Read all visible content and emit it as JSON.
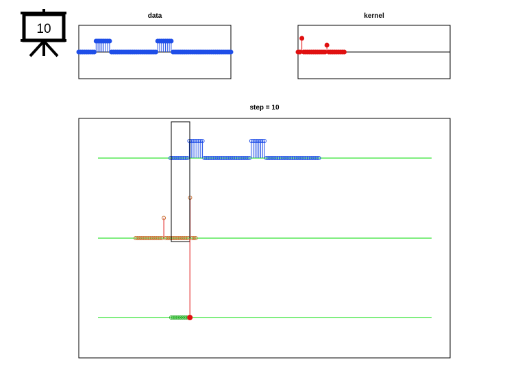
{
  "badge": {
    "icon": "presentation-board-icon",
    "label": "10"
  },
  "colors": {
    "data": "#1f4ee8",
    "kernel": "#e01010",
    "result": "#22aa22",
    "baseline": "#00dd00",
    "axes": "#000000"
  },
  "chart_data": [
    {
      "type": "stem",
      "title": "data",
      "x": [
        1,
        2,
        3,
        4,
        5,
        6,
        7,
        8,
        9,
        10,
        11,
        12,
        13,
        14,
        15,
        16,
        17,
        18,
        19,
        20,
        21,
        22,
        23,
        24,
        25,
        26,
        27,
        28,
        29,
        30,
        31,
        32,
        33,
        34,
        35,
        36,
        37,
        38,
        39,
        40,
        41,
        42,
        43,
        44,
        45,
        46,
        47,
        48,
        49,
        50,
        51,
        52,
        53,
        54,
        55,
        56,
        57,
        58,
        59,
        60,
        61,
        62,
        63,
        64,
        65,
        66,
        67,
        68,
        69,
        70,
        71,
        72,
        73,
        74,
        75,
        76,
        77,
        78,
        79,
        80
      ],
      "values": [
        0,
        0,
        0,
        0,
        0,
        0,
        0,
        0,
        0,
        1,
        1,
        1,
        1,
        1,
        1,
        1,
        1,
        0,
        0,
        0,
        0,
        0,
        0,
        0,
        0,
        0,
        0,
        0,
        0,
        0,
        0,
        0,
        0,
        0,
        0,
        0,
        0,
        0,
        0,
        0,
        0,
        1,
        1,
        1,
        1,
        1,
        1,
        1,
        1,
        0,
        0,
        0,
        0,
        0,
        0,
        0,
        0,
        0,
        0,
        0,
        0,
        0,
        0,
        0,
        0,
        0,
        0,
        0,
        0,
        0,
        0,
        0,
        0,
        0,
        0,
        0,
        0,
        0,
        0,
        0
      ],
      "xlim": [
        1,
        80
      ],
      "ylim": [
        -1,
        1
      ]
    },
    {
      "type": "stem",
      "title": "kernel",
      "x": [
        1,
        2,
        3,
        4,
        5,
        6,
        7,
        8,
        9,
        10,
        11,
        12,
        13,
        14,
        15,
        16,
        17,
        18,
        19,
        20,
        21,
        22,
        23,
        24,
        25
      ],
      "values": [
        0,
        0,
        1,
        0,
        0,
        0,
        0,
        0,
        0,
        0,
        0,
        0,
        0,
        0,
        0,
        0.5,
        0,
        0,
        0,
        0,
        0,
        0,
        0,
        0,
        0
      ],
      "xlim": [
        1,
        80
      ],
      "ylim": [
        -1,
        1
      ]
    },
    {
      "type": "stem",
      "title": "step = 10",
      "data_track": {
        "values": [
          0,
          0,
          0,
          0,
          0,
          0,
          0,
          0,
          0,
          0,
          1,
          1,
          1,
          1,
          1,
          1,
          1,
          1,
          0,
          0,
          0,
          0,
          0,
          0,
          0,
          0,
          0,
          0,
          0,
          0,
          0,
          0,
          0,
          0,
          0,
          0,
          0,
          0,
          0,
          0,
          0,
          0,
          0,
          1,
          1,
          1,
          1,
          1,
          1,
          1,
          1,
          0,
          0,
          0,
          0,
          0,
          0,
          0,
          0,
          0,
          0,
          0,
          0,
          0,
          0,
          0,
          0,
          0,
          0,
          0,
          0,
          0,
          0,
          0,
          0,
          0,
          0,
          0,
          0,
          0
        ]
      },
      "kernel_track": {
        "values": [
          0,
          0,
          0,
          0,
          0,
          0,
          0,
          0,
          0,
          0,
          0,
          0,
          0,
          0,
          0,
          0.5,
          0,
          0,
          0,
          0,
          0,
          0,
          0,
          0,
          0,
          0,
          0,
          0,
          0,
          1,
          0,
          0,
          0
        ]
      },
      "result_track": {
        "values": [
          0,
          0,
          0,
          0,
          0,
          0,
          0,
          0,
          0,
          0
        ],
        "current_index": 10
      },
      "window": {
        "start": 1,
        "end": 10
      },
      "ylim": [
        -4,
        4
      ]
    }
  ]
}
